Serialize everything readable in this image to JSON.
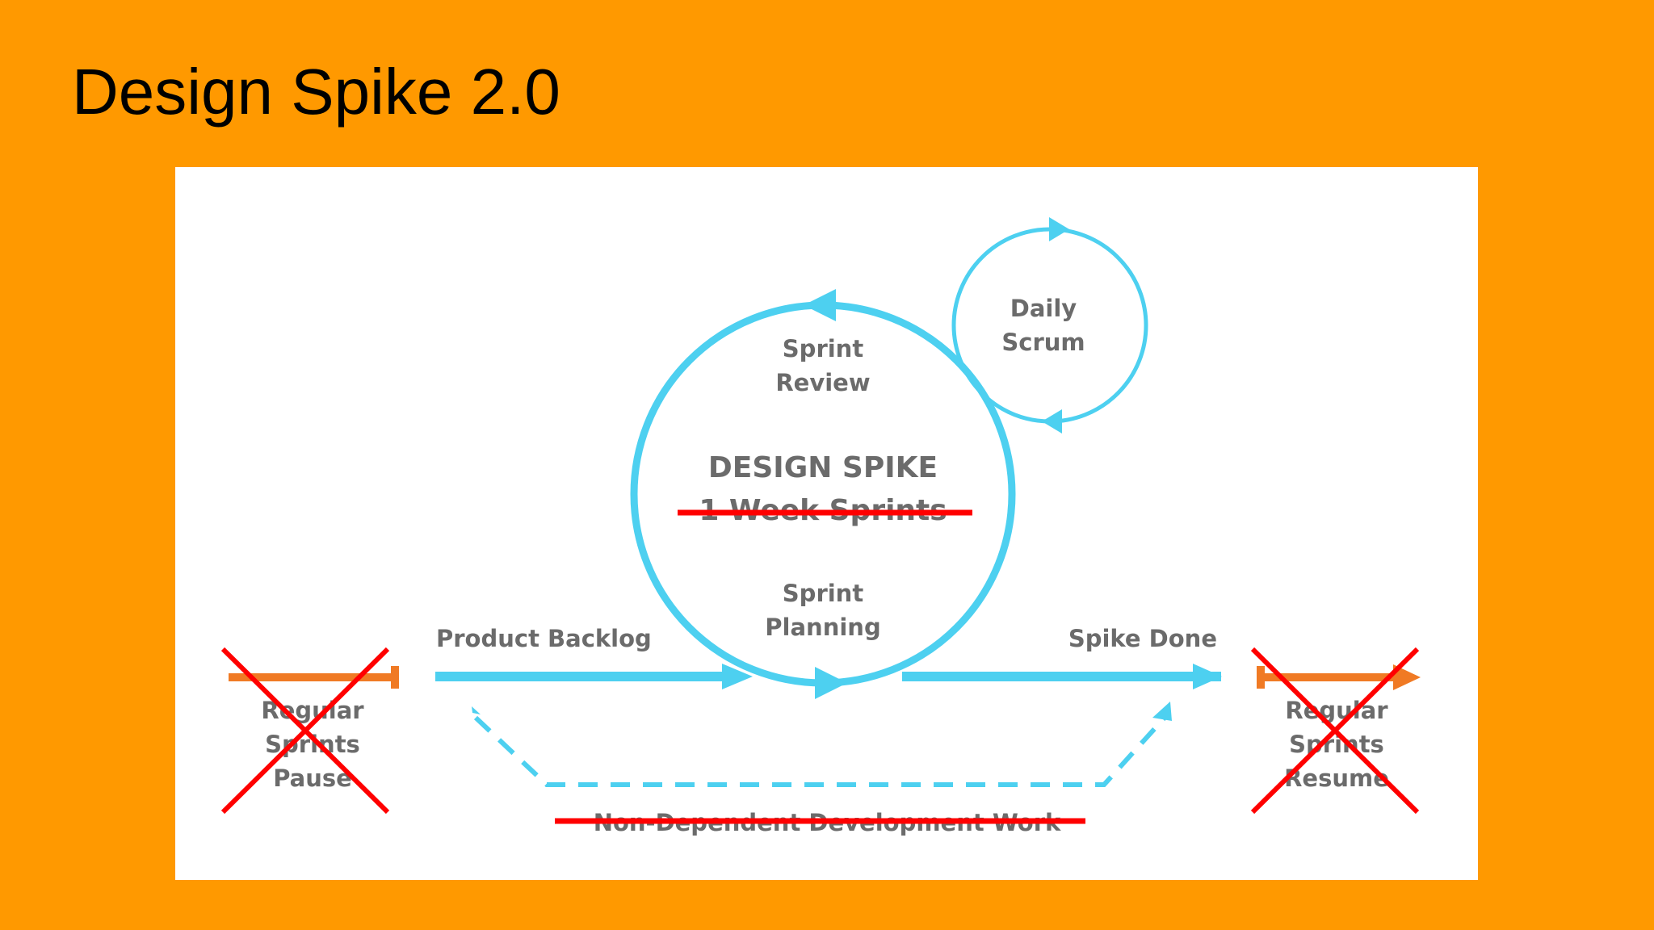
{
  "slide": {
    "title": "Design Spike 2.0"
  },
  "diagram": {
    "center_title": "DESIGN SPIKE",
    "center_subtitle_struck": "1 Week Sprints",
    "sprint_review": [
      "Sprint",
      "Review"
    ],
    "sprint_planning": [
      "Sprint",
      "Planning"
    ],
    "daily_scrum": [
      "Daily",
      "Scrum"
    ],
    "product_backlog": "Product Backlog",
    "spike_done": "Spike Done",
    "left_struck": [
      "Regular",
      "Sprints",
      "Pause"
    ],
    "right_struck": [
      "Regular",
      "Sprints",
      "Resume"
    ],
    "bottom_struck": "Non-Dependent Development Work"
  },
  "colors": {
    "background": "#FF9900",
    "panel": "#FFFFFF",
    "cycle": "#4DD0F0",
    "text": "#6B6B6B",
    "regular_sprint_arrow": "#F07A24",
    "strike": "#FF0000"
  }
}
